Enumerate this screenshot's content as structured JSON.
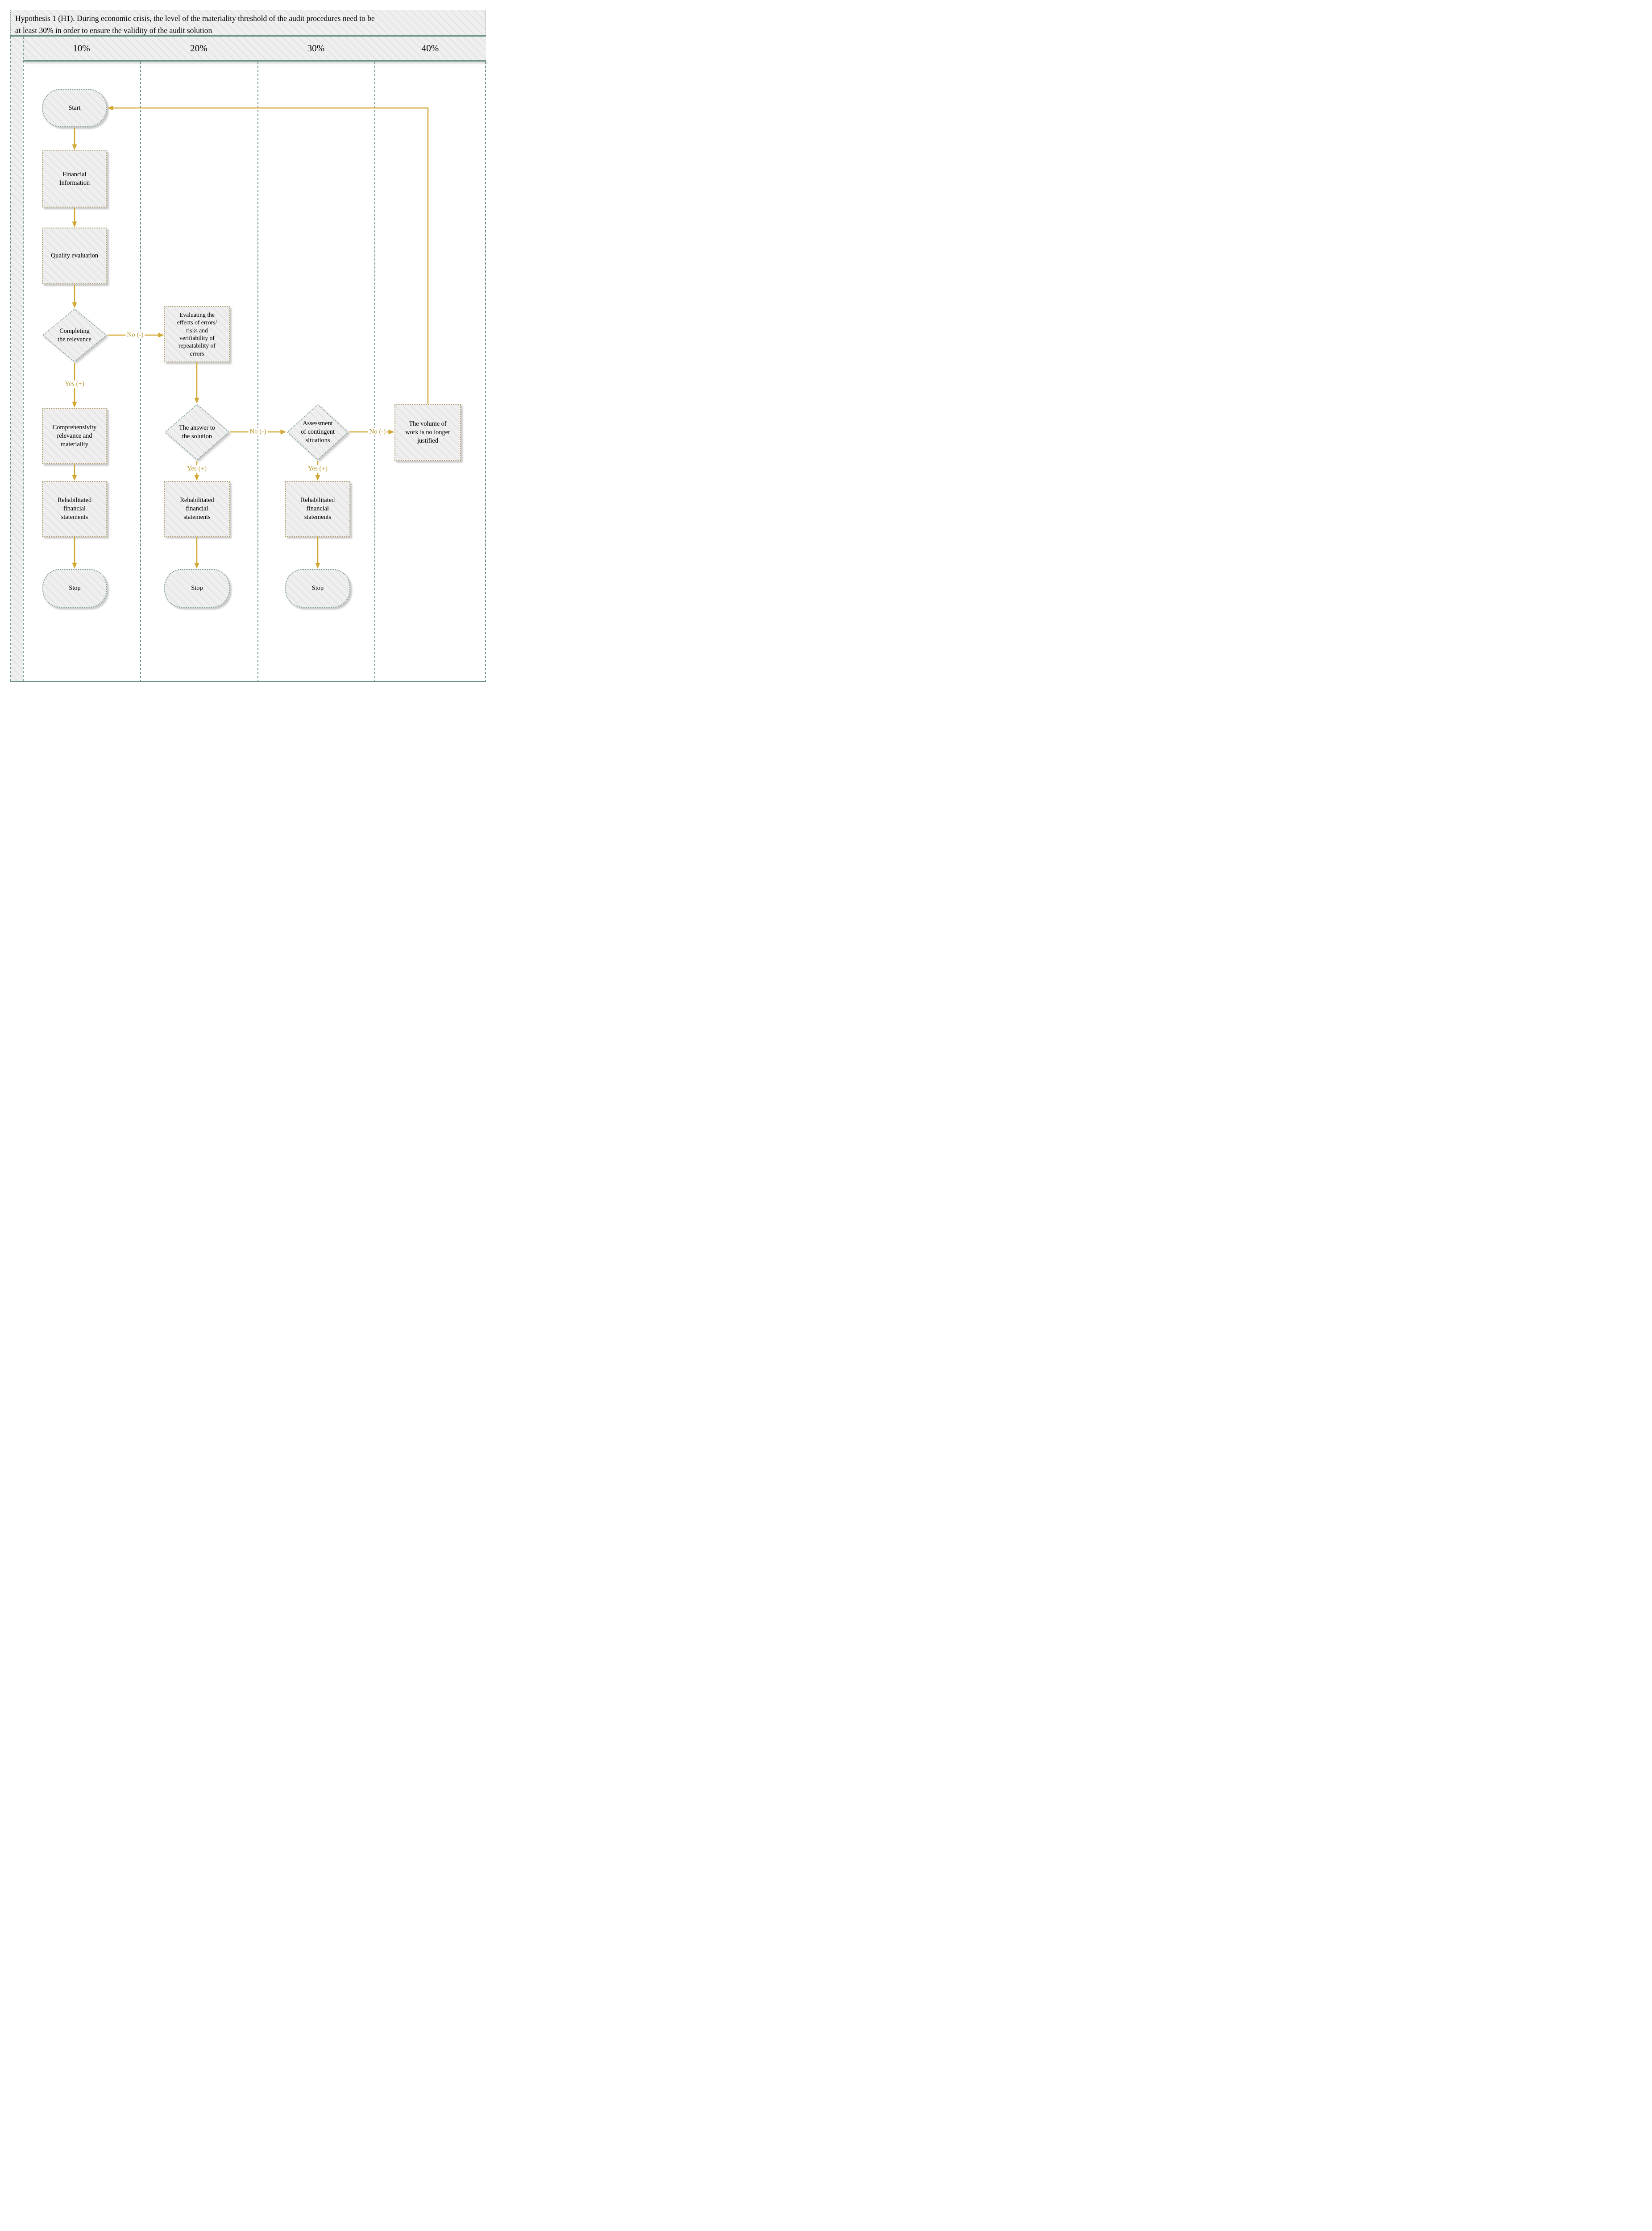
{
  "title": "Hypothesis 1 (H1). During economic crisis, the level of the materiality threshold of the audit procedures need to be\nat least 30% in order to ensure the validity of the audit solution",
  "columns": [
    "10%",
    "20%",
    "30%",
    "40%"
  ],
  "edge_labels": {
    "yes": "Yes (+)",
    "no": "No (-)"
  },
  "nodes": {
    "start": "Start",
    "financial_information": "Financial\nInformation",
    "quality_evaluation": "Quality evaluation",
    "completing_relevance": "Completing\nthe relevance",
    "evaluating_effects": "Evaluating the\neffects of errors/\nrisks and\nverifiability of\nrepeatability of\nerrors",
    "comprehensivity": "Comprehensivity\nrelevance and\nmateriality",
    "answer_solution": "The answer to\nthe solution",
    "assessment_contingent": "Assessment\nof contingent\nsituations",
    "volume_work": "The volume of\nwork is no longer\njustified",
    "rehabilitated": "Rehabilitated\nfinancial\nstatements",
    "stop": "Stop"
  },
  "colors": {
    "teal_border": "#6F928B",
    "terminal_border": "#7E9B93",
    "process_border": "#B5A375",
    "gold_arrow": "#D2A733",
    "gold_label": "#B5982C",
    "shape_fill": "#EFEFEF",
    "hatch_line": "#E4E4E4",
    "shadow": "#C9C9C9"
  }
}
